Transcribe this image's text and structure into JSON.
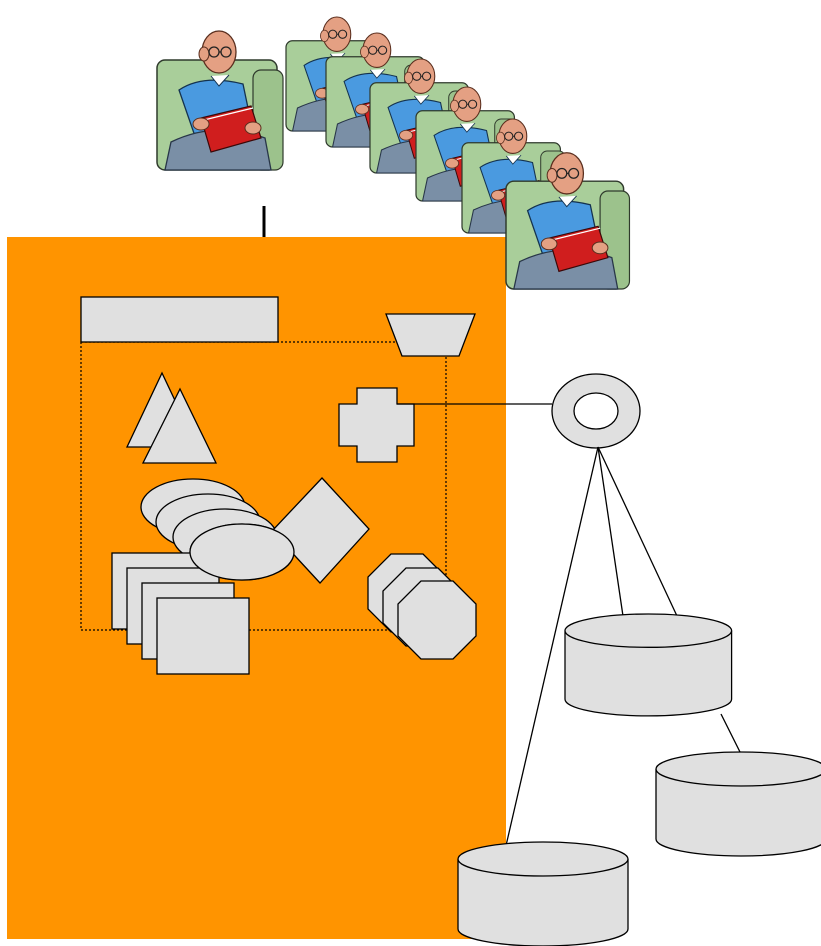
{
  "colors": {
    "panel": "#ff9400",
    "shape_fill": "#e0e0e0",
    "outline": "#000000",
    "chair": "#a9ce9a",
    "chair_outline": "#2f3a2c",
    "shirt": "#4a9ae0",
    "trousers": "#7a8fa6",
    "skin": "#e4a083",
    "book": "#d01e1e"
  },
  "diagram": {
    "readers": {
      "icon": "reading-person-in-armchair",
      "count": 7
    },
    "panel": {
      "shapes": [
        {
          "kind": "rectangle",
          "count": 1
        },
        {
          "kind": "trapezoid",
          "count": 1
        },
        {
          "kind": "triangle",
          "count": 2
        },
        {
          "kind": "cross",
          "count": 1
        },
        {
          "kind": "ellipse",
          "count": 4
        },
        {
          "kind": "diamond",
          "count": 1
        },
        {
          "kind": "square",
          "count": 4
        },
        {
          "kind": "octagon",
          "count": 3
        }
      ]
    },
    "hub": {
      "icon": "ring-node"
    },
    "databases": {
      "icon": "cylinder",
      "count": 3
    }
  }
}
